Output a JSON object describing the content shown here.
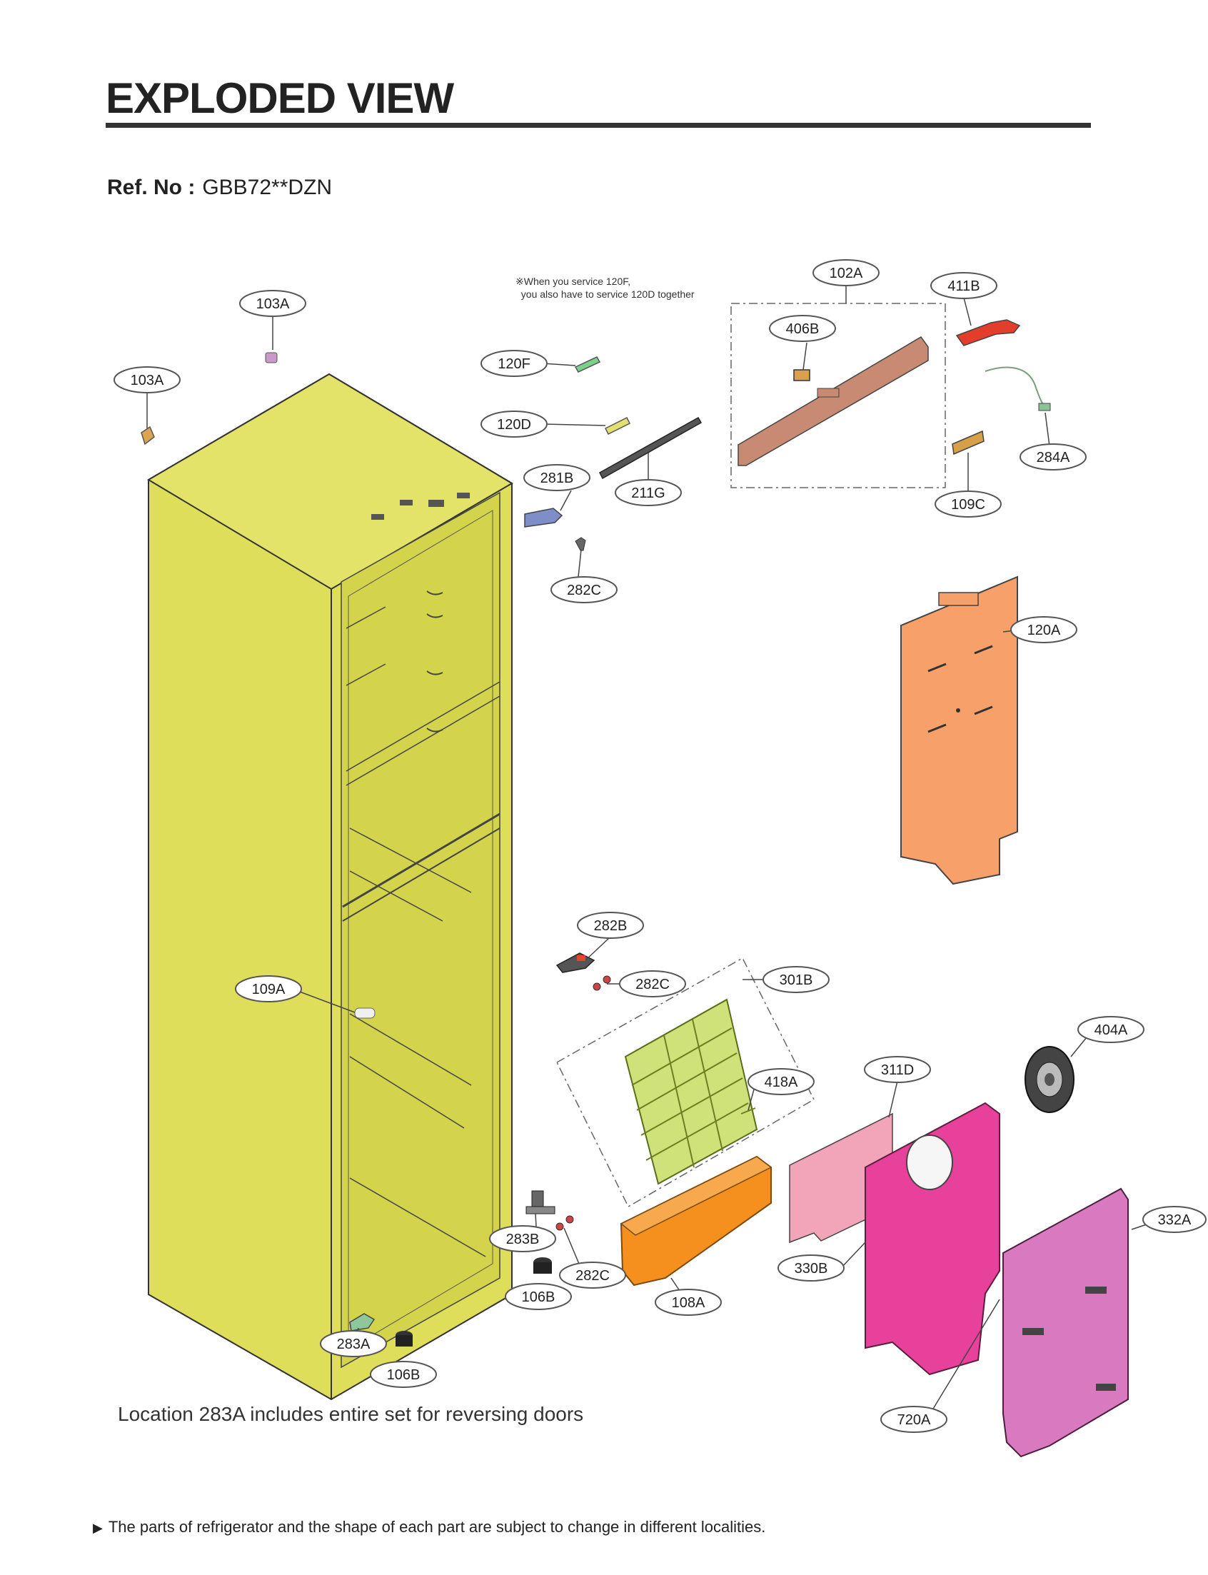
{
  "header": {
    "title": "EXPLODED VIEW",
    "ref_label": "Ref. No :",
    "ref_value": "GBB72**DZN"
  },
  "notes": {
    "service_note": "※When you service 120F,\n  you also have to service 120D together",
    "location_note": "Location 283A includes entire set for reversing doors",
    "footer_note": "The parts of refrigerator and the shape of each part are subject to change in different localities."
  },
  "colors": {
    "cabinet": "#dede5a",
    "cover": "#f7a06a",
    "duct": "#e8419c",
    "back_cover": "#d97ac0",
    "tray": "#f5901e",
    "evaporator": "#cfe27a"
  },
  "parts": [
    {
      "id": "103A"
    },
    {
      "id": "103A"
    },
    {
      "id": "120F"
    },
    {
      "id": "120D"
    },
    {
      "id": "211G"
    },
    {
      "id": "281B"
    },
    {
      "id": "282C"
    },
    {
      "id": "102A"
    },
    {
      "id": "406B"
    },
    {
      "id": "411B"
    },
    {
      "id": "284A"
    },
    {
      "id": "109C"
    },
    {
      "id": "120A"
    },
    {
      "id": "109A"
    },
    {
      "id": "282B"
    },
    {
      "id": "282C"
    },
    {
      "id": "301B"
    },
    {
      "id": "418A"
    },
    {
      "id": "404A"
    },
    {
      "id": "311D"
    },
    {
      "id": "332A"
    },
    {
      "id": "330B"
    },
    {
      "id": "283B"
    },
    {
      "id": "282C"
    },
    {
      "id": "106B"
    },
    {
      "id": "108A"
    },
    {
      "id": "283A"
    },
    {
      "id": "106B"
    },
    {
      "id": "720A"
    }
  ]
}
